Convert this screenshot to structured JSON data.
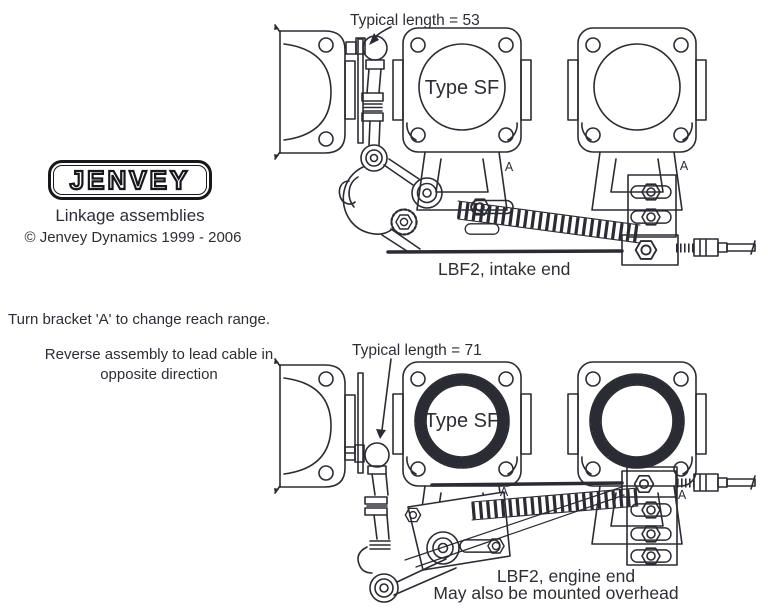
{
  "colors": {
    "line_ink": "#2b2b33",
    "text_ink": "#2d2d36",
    "background": "#ffffff"
  },
  "branding": {
    "logo_text": "JENVEY",
    "tagline": "Linkage assemblies",
    "copyright": "© Jenvey Dynamics 1999 - 2006"
  },
  "notes": {
    "turn_bracket": "Turn bracket 'A' to change reach range.",
    "reverse_line1": "Reverse assembly to lead cable in",
    "reverse_line2": "opposite direction"
  },
  "intake_diagram": {
    "dim_label": "Typical length = 53",
    "body_label": "Type SF",
    "bracket_label_left": "A",
    "bracket_label_right": "A",
    "caption": "LBF2, intake end"
  },
  "engine_diagram": {
    "dim_label": "Typical length = 71",
    "body_label": "Type SF",
    "bracket_label_left": "A",
    "bracket_label_right": "A",
    "caption_line1": "LBF2, engine end",
    "caption_line2": "May also be mounted overhead"
  }
}
